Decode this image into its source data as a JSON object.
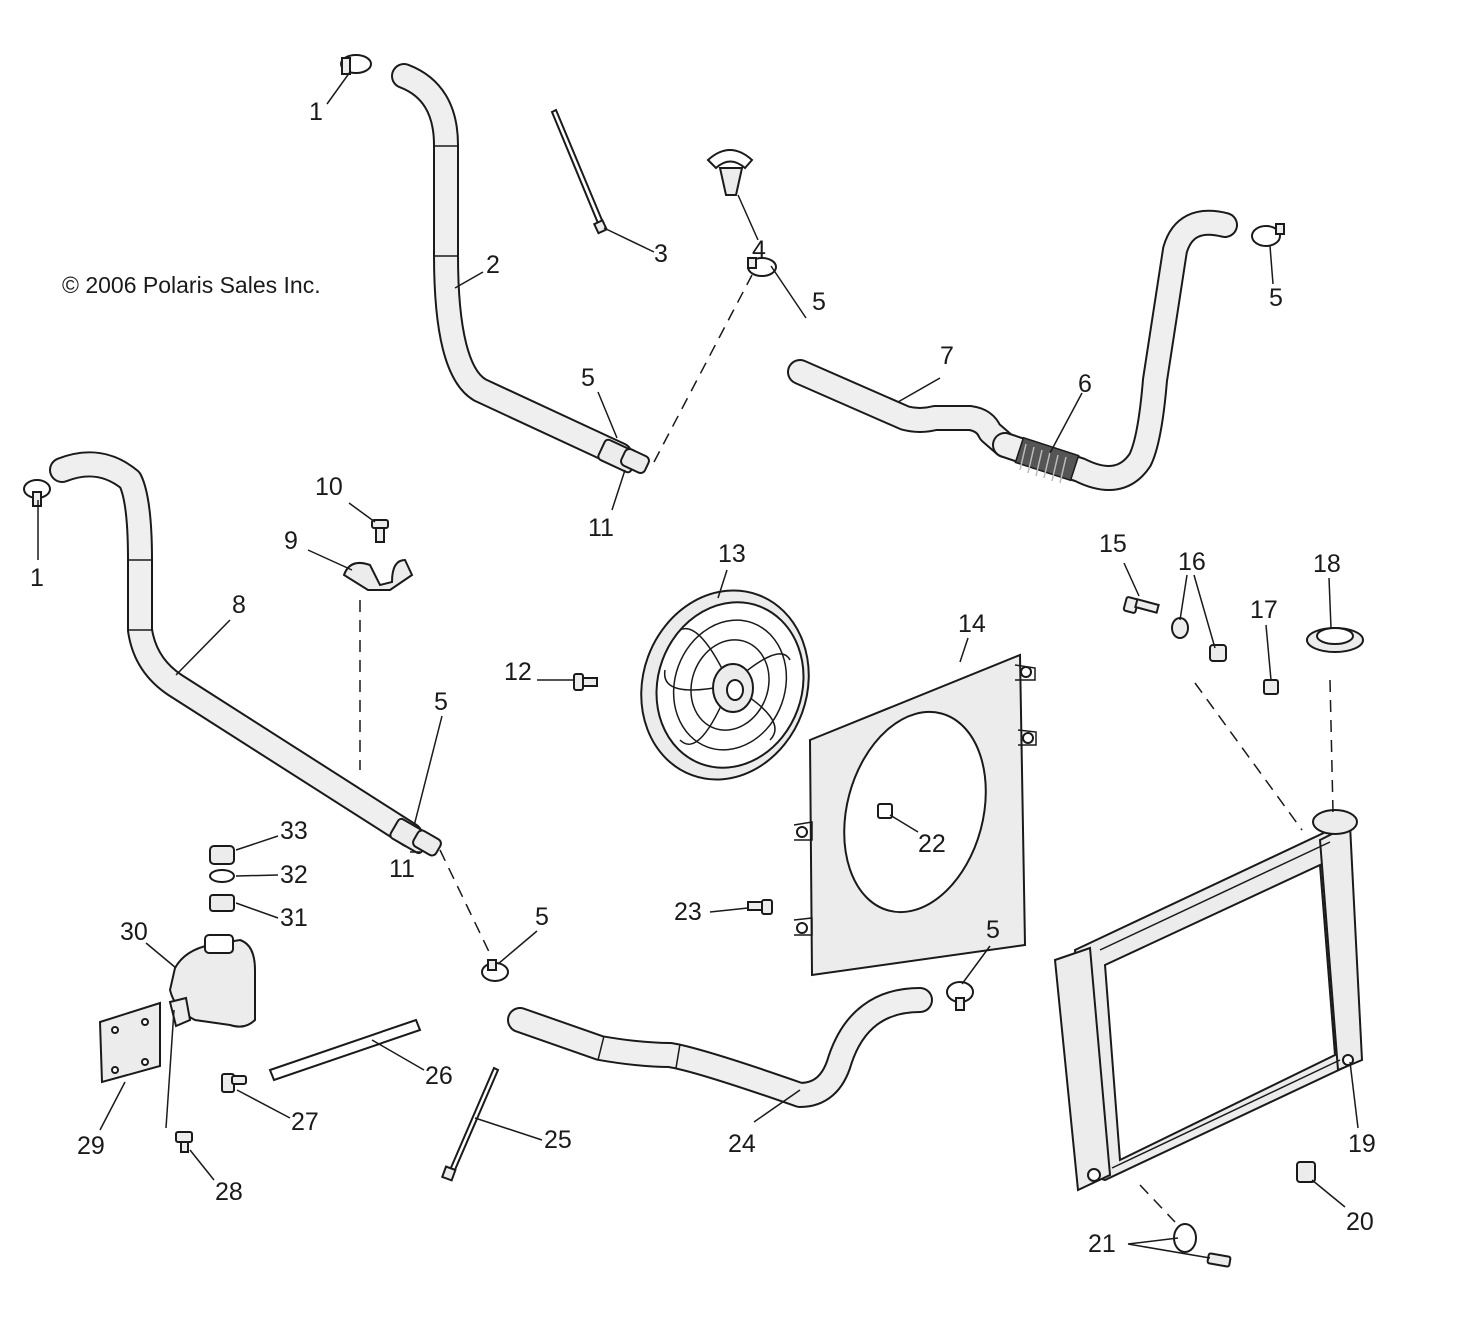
{
  "copyright": "© 2006 Polaris Sales Inc.",
  "callouts": {
    "c1a": "1",
    "c1b": "1",
    "c2": "2",
    "c3": "3",
    "c4": "4",
    "c5a": "5",
    "c5b": "5",
    "c5c": "5",
    "c5d": "5",
    "c5e": "5",
    "c5f": "5",
    "c6": "6",
    "c7": "7",
    "c8": "8",
    "c9": "9",
    "c10": "10",
    "c11a": "11",
    "c11b": "11",
    "c12": "12",
    "c13": "13",
    "c14": "14",
    "c15": "15",
    "c16": "16",
    "c17": "17",
    "c18": "18",
    "c19": "19",
    "c20": "20",
    "c21": "21",
    "c22": "22",
    "c23": "23",
    "c24": "24",
    "c25": "25",
    "c26": "26",
    "c27": "27",
    "c28": "28",
    "c29": "29",
    "c30": "30",
    "c31": "31",
    "c32": "32",
    "c33": "33"
  },
  "icons": {
    "hose": "hose-icon",
    "clamp": "hose-clamp-icon",
    "fan": "cooling-fan-icon",
    "shroud": "fan-shroud-icon",
    "radiator": "radiator-icon",
    "reservoir": "coolant-reservoir-icon"
  }
}
